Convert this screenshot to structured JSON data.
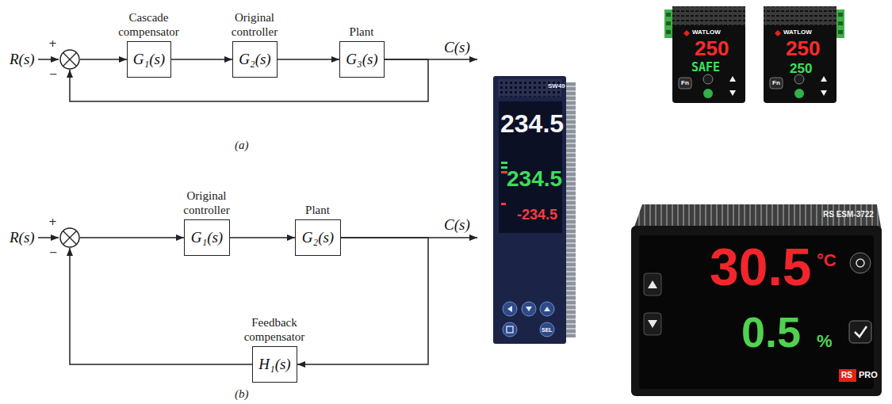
{
  "diagram": {
    "nodes": [
      {
        "text": [
          "+",
          "−"
        ]
      },
      {
        "text": [
          "Cascade compensator",
          "G₁(s)"
        ]
      },
      {
        "text": [
          "Original controller",
          "G₂(s)"
        ]
      },
      {
        "text": [
          "Plant",
          "G₃(s)"
        ]
      },
      {
        "text": [
          "+",
          "−"
        ]
      },
      {
        "text": [
          "Original controller",
          "G₁(s)"
        ]
      },
      {
        "text": [
          "Plant",
          "G₂(s)"
        ]
      },
      {
        "text": [
          "Feedback compensator",
          "H₁(s)"
        ]
      }
    ],
    "edges": [
      {
        "from": 0,
        "to": 1,
        "arrow": "to"
      },
      {
        "from": 1,
        "to": 2,
        "arrow": "to"
      },
      {
        "from": 2,
        "to": 3,
        "arrow": "to"
      },
      {
        "from": 3,
        "to": 0,
        "arrow": "to"
      },
      {
        "from": 4,
        "to": 5,
        "arrow": "to"
      },
      {
        "from": 5,
        "to": 6,
        "arrow": "to"
      },
      {
        "from": 6,
        "to": 7,
        "arrow": "to"
      },
      {
        "from": 7,
        "to": 4,
        "arrow": "to"
      }
    ],
    "labels": [
      "R(s)",
      "C(s)",
      "(a)",
      "R(s)",
      "C(s)",
      "(b)",
      "SW49",
      "234.5",
      "234.5",
      "-234.5",
      "SEL",
      "WATLOW",
      "250",
      "SAFE",
      "Fn",
      "WATLOW",
      "250",
      "250",
      "Fn",
      "30.5",
      "°C",
      "0.5",
      "%",
      "RS ESM-3722",
      "RS",
      "PRO"
    ]
  }
}
